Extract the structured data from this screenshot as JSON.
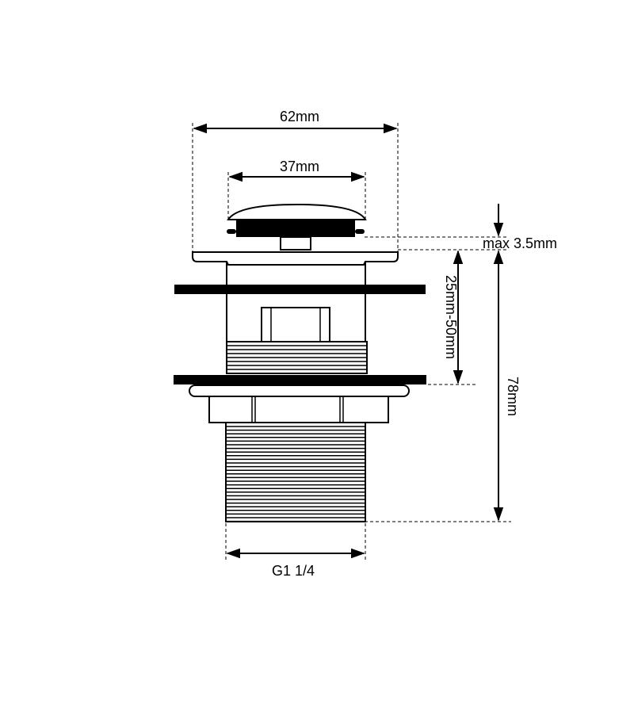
{
  "dimensions": {
    "cap_outer_width": "62mm",
    "cap_inner_width": "37mm",
    "lift_height": "max 3.5mm",
    "basin_thickness_range": "25mm-50mm",
    "total_height": "78mm",
    "thread_size": "G1 1/4"
  },
  "colors": {
    "line": "#000000",
    "background": "#ffffff"
  }
}
